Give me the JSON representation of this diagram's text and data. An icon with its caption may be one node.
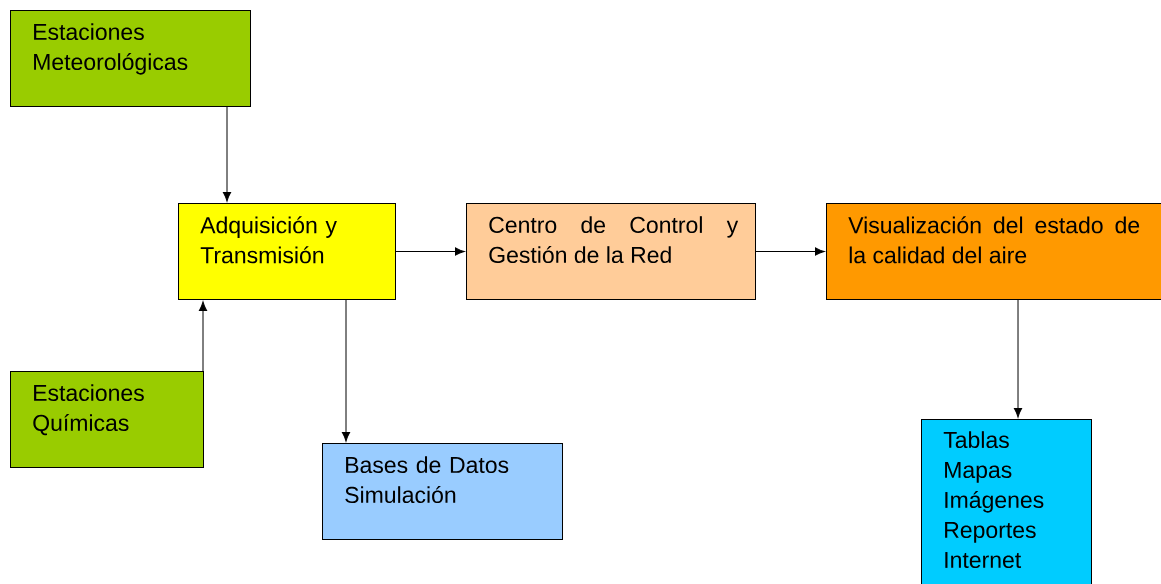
{
  "diagram": {
    "nodes": [
      {
        "text": [
          "Estaciones Meteorológicas"
        ]
      },
      {
        "text": [
          "Adquisición y Transmisión"
        ]
      },
      {
        "text": [
          "Estaciones Químicas"
        ]
      },
      {
        "text": [
          "Centro de Control y Gestión de la Red"
        ]
      },
      {
        "text": [
          "Visualización del estado de la calidad del aire"
        ]
      },
      {
        "text": [
          "Bases de Datos",
          "Simulación"
        ]
      },
      {
        "text": [
          "Tablas",
          "Mapas",
          "Imágenes",
          "Reportes",
          "Internet"
        ]
      }
    ],
    "edges": [
      {
        "from": 0,
        "to": 1,
        "arrow": "to"
      },
      {
        "from": 2,
        "to": 1,
        "arrow": "to"
      },
      {
        "from": 1,
        "to": 3,
        "arrow": "to"
      },
      {
        "from": 1,
        "to": 5,
        "arrow": "to"
      },
      {
        "from": 3,
        "to": 4,
        "arrow": "to"
      },
      {
        "from": 4,
        "to": 6,
        "arrow": "to"
      }
    ]
  }
}
